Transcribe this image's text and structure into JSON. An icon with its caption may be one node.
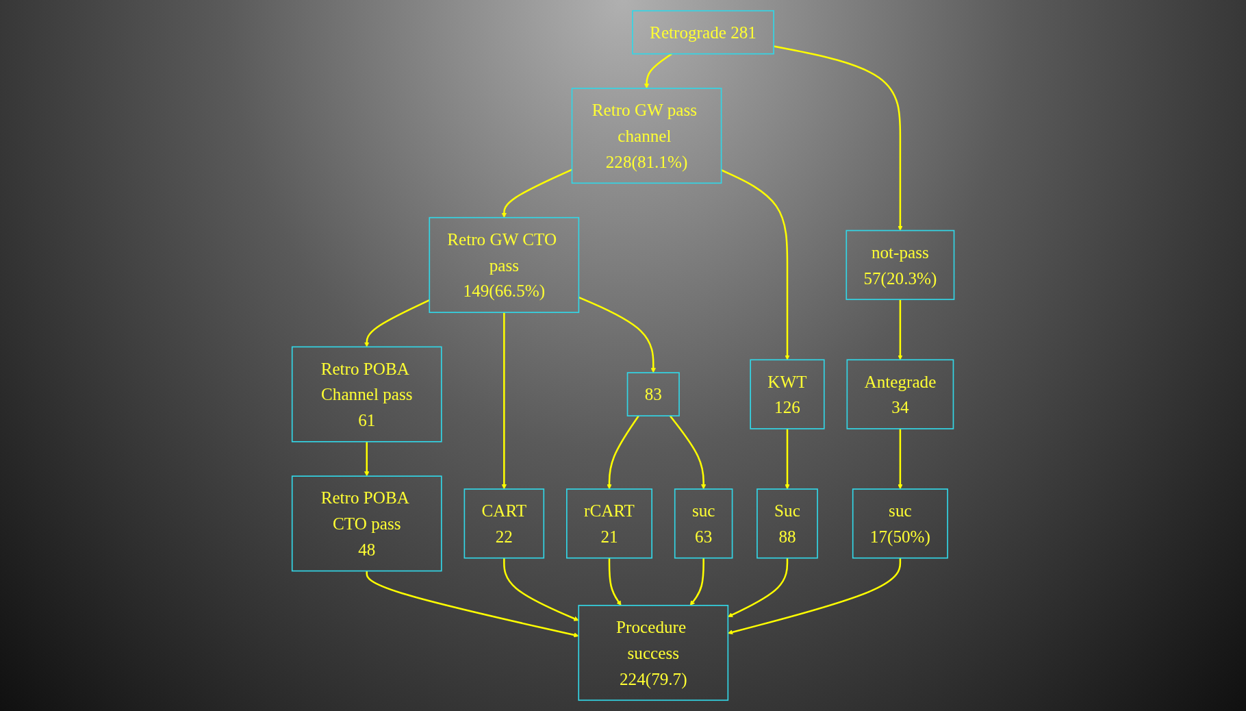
{
  "diagram": {
    "nodes": [
      {
        "text": [
          "Retrograde 281"
        ]
      },
      {
        "text": [
          "Retro GW pass channel 228(81.1%)"
        ]
      },
      {
        "text": [
          "not-pass",
          "57(20.3%)"
        ]
      },
      {
        "text": [
          "Retro GW CTO pass",
          "149(66.5%)"
        ]
      },
      {
        "text": [
          "KWT",
          "126"
        ]
      },
      {
        "text": [
          "83"
        ]
      },
      {
        "text": [
          "Antegrade",
          "34"
        ]
      },
      {
        "text": [
          "Retro POBA Channel pass",
          "61"
        ]
      },
      {
        "text": [
          "CART",
          "22"
        ]
      },
      {
        "text": [
          "rCART",
          "21"
        ]
      },
      {
        "text": [
          "suc",
          "63"
        ]
      },
      {
        "text": [
          "Suc",
          "88"
        ]
      },
      {
        "text": [
          "suc",
          "17(50%)"
        ]
      },
      {
        "text": [
          "Retro POBA CTO pass",
          "48"
        ]
      },
      {
        "text": [
          "Procedure success",
          "224(79.7)"
        ]
      }
    ],
    "edges": [
      {
        "from": 0,
        "to": 1,
        "arrow": "to"
      },
      {
        "from": 0,
        "to": 2,
        "arrow": "to"
      },
      {
        "from": 1,
        "to": 3,
        "arrow": "to"
      },
      {
        "from": 1,
        "to": 4,
        "arrow": "to"
      },
      {
        "from": 2,
        "to": 6,
        "arrow": "to"
      },
      {
        "from": 3,
        "to": 7,
        "arrow": "to"
      },
      {
        "from": 3,
        "to": 8,
        "arrow": "to"
      },
      {
        "from": 3,
        "to": 5,
        "arrow": "to"
      },
      {
        "from": 5,
        "to": 9,
        "arrow": "to"
      },
      {
        "from": 5,
        "to": 10,
        "arrow": "to"
      },
      {
        "from": 4,
        "to": 11,
        "arrow": "to"
      },
      {
        "from": 6,
        "to": 12,
        "arrow": "to"
      },
      {
        "from": 7,
        "to": 13,
        "arrow": "to"
      },
      {
        "from": 13,
        "to": 14,
        "arrow": "to"
      },
      {
        "from": 8,
        "to": 14,
        "arrow": "to"
      },
      {
        "from": 9,
        "to": 14,
        "arrow": "to"
      },
      {
        "from": 10,
        "to": 14,
        "arrow": "to"
      },
      {
        "from": 11,
        "to": 14,
        "arrow": "to"
      },
      {
        "from": 12,
        "to": 14,
        "arrow": "to"
      }
    ]
  }
}
